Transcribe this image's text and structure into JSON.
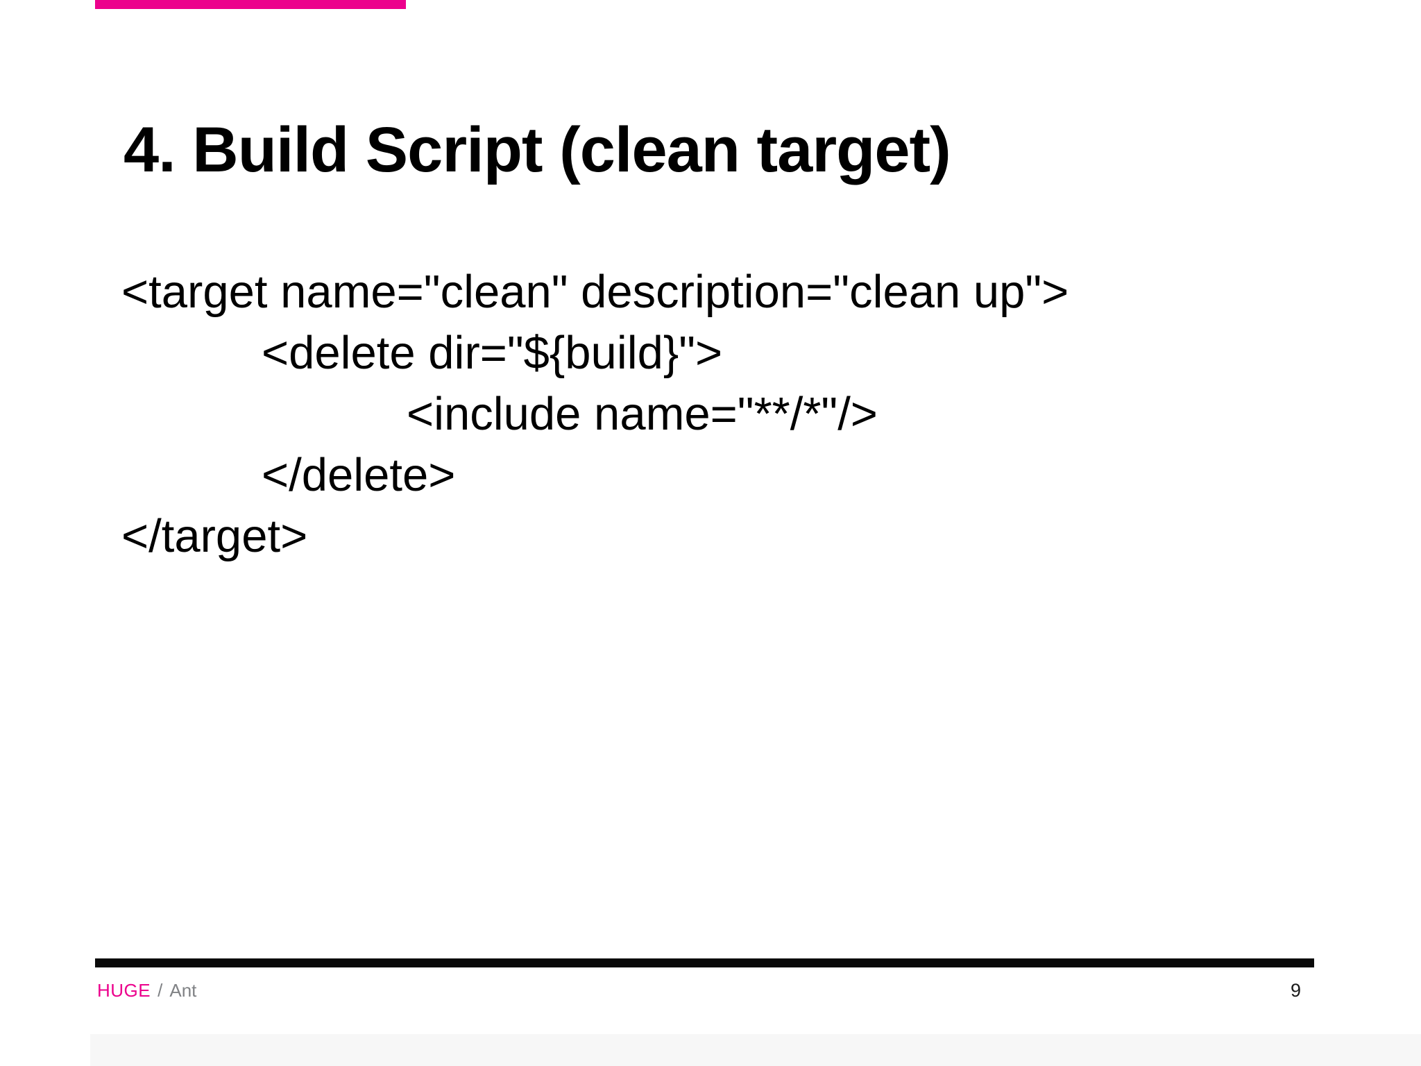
{
  "slide": {
    "accent_color": "#ec008c",
    "footer_gray_color": "#808285",
    "title": "4. Build Script (clean target)",
    "code_lines": [
      {
        "indent": 0,
        "text": "<target name=\"clean\" description=\"clean up\">"
      },
      {
        "indent": 1,
        "text": "<delete dir=\"${build}\">"
      },
      {
        "indent": 2,
        "text": "<include name=\"**/*\"/>"
      },
      {
        "indent": 1,
        "text": "</delete>"
      },
      {
        "indent": 0,
        "text": "</target>"
      }
    ],
    "footer": {
      "brand": "HUGE",
      "separator": "/",
      "project": "Ant",
      "page_number": "9"
    }
  }
}
